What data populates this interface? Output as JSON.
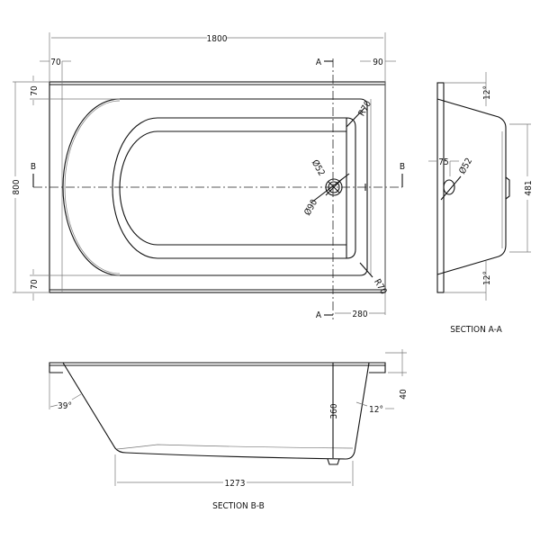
{
  "plan": {
    "overall_length": "1800",
    "left_rim": "70",
    "right_rim": "90",
    "overall_width": "800",
    "top_rim": "70",
    "bottom_rim": "70",
    "waste_offset": "280",
    "radius_top": "R70",
    "radius_bottom": "R70",
    "waste_inner": "Ø52",
    "waste_outer": "Ø90",
    "section_a": "A",
    "section_b": "B"
  },
  "section_aa": {
    "title": "SECTION A-A",
    "angle_top": "12°",
    "angle_bottom": "12°",
    "overflow_offset": "75",
    "overflow_dia": "Ø52",
    "base_width": "481"
  },
  "section_bb": {
    "title": "SECTION B-B",
    "angle_left": "39°",
    "angle_right": "12°",
    "depth": "360",
    "rim_height": "40",
    "base_length": "1273"
  }
}
